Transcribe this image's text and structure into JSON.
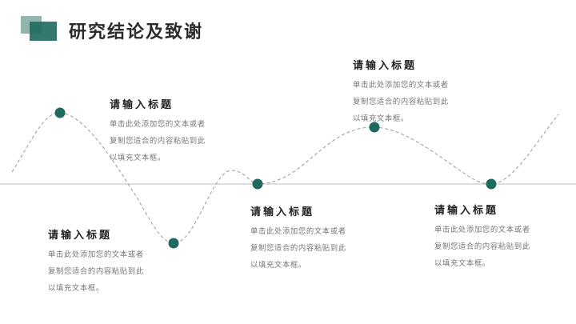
{
  "header": {
    "title": "研究结论及致谢"
  },
  "colors": {
    "accent": "#1f6a5e",
    "accent_light": "#7fa9a0",
    "baseline": "#bdbdbd",
    "wave": "#9a9a9a"
  },
  "icons": {
    "logo": "overlapping-squares-icon"
  },
  "blocks": [
    {
      "title": "请输入标题",
      "lines": [
        "单击此处添加您的文本或者",
        "复制您适合的内容粘贴到此",
        "以填充文本框。"
      ]
    },
    {
      "title": "请输入标题",
      "lines": [
        "单击此处添加您的文本或者",
        "复制您适合的内容粘贴到此",
        "以填充文本框。"
      ]
    },
    {
      "title": "请输入标题",
      "lines": [
        "单击此处添加您的文本或者",
        "复制您适合的内容粘贴到此",
        "以填充文本框。"
      ]
    },
    {
      "title": "请输入标题",
      "lines": [
        "单击此处添加您的文本或者",
        "复制您适合的内容粘贴到此",
        "以填充文本框。"
      ]
    },
    {
      "title": "请输入标题",
      "lines": [
        "单击此处添加您的文本或者",
        "复制您适合的内容粘贴到此",
        "以填充文本框。"
      ]
    }
  ]
}
